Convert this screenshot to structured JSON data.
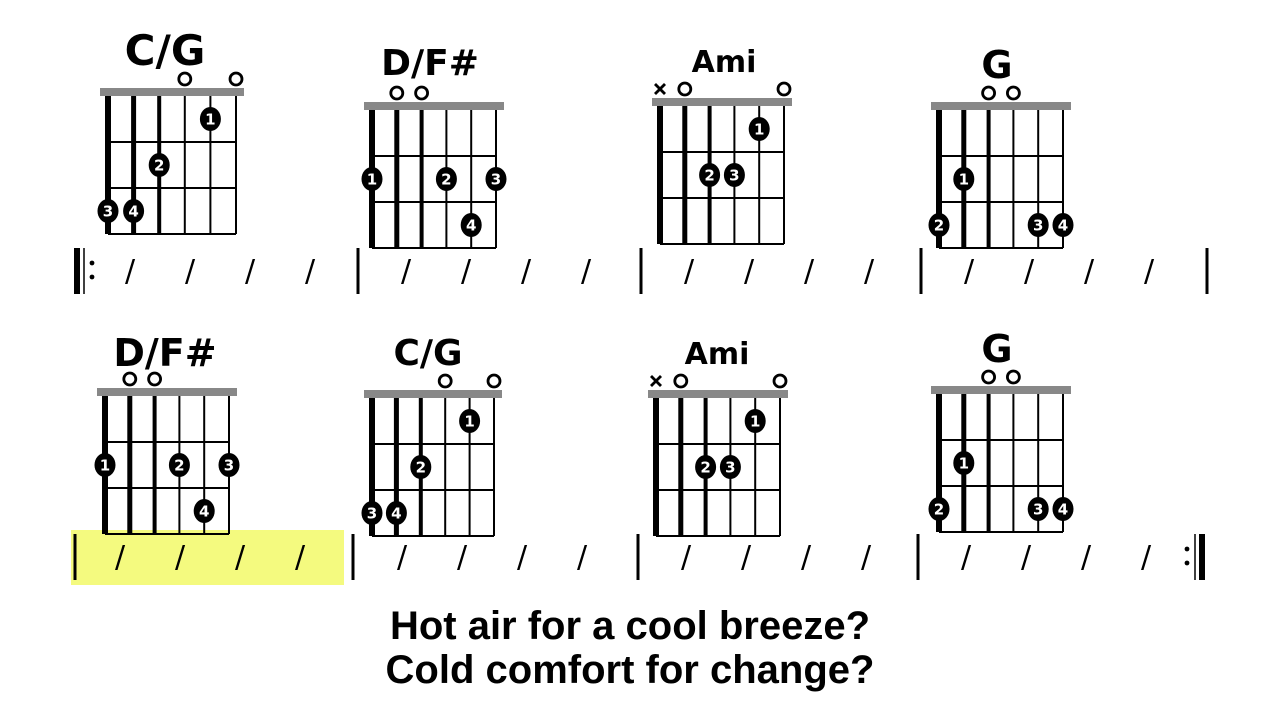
{
  "highlight_color": "#f4fa7f",
  "nut_color": "#888888",
  "icons": {
    "open_string": "circle-outline-icon",
    "muted_string": "x-mark-icon",
    "finger_dot": "numbered-black-dot-icon",
    "strum_slash": "slash-mark",
    "repeat_start": "repeat-start-barline",
    "repeat_end": "repeat-end-barline"
  },
  "rows": [
    {
      "measures": [
        {
          "name": "C/G",
          "muted": [],
          "open": [
            4,
            6
          ],
          "fingers": [
            {
              "s": 1,
              "f": 3,
              "n": "3"
            },
            {
              "s": 2,
              "f": 3,
              "n": "4"
            },
            {
              "s": 3,
              "f": 2,
              "n": "2"
            },
            {
              "s": 5,
              "f": 1,
              "n": "1"
            }
          ],
          "slashes": [
            "/",
            "/",
            "/",
            "/"
          ]
        },
        {
          "name": "D/F#",
          "muted": [],
          "open": [
            2,
            3
          ],
          "fingers": [
            {
              "s": 1,
              "f": 2,
              "n": "1"
            },
            {
              "s": 4,
              "f": 2,
              "n": "2"
            },
            {
              "s": 5,
              "f": 3,
              "n": "4"
            },
            {
              "s": 6,
              "f": 2,
              "n": "3"
            }
          ],
          "slashes": [
            "/",
            "/",
            "/",
            "/"
          ]
        },
        {
          "name": "Ami",
          "muted": [
            1
          ],
          "open": [
            2,
            6
          ],
          "fingers": [
            {
              "s": 3,
              "f": 2,
              "n": "2"
            },
            {
              "s": 4,
              "f": 2,
              "n": "3"
            },
            {
              "s": 5,
              "f": 1,
              "n": "1"
            }
          ],
          "slashes": [
            "/",
            "/",
            "/",
            "/"
          ]
        },
        {
          "name": "G",
          "muted": [],
          "open": [
            3,
            4
          ],
          "fingers": [
            {
              "s": 1,
              "f": 3,
              "n": "2"
            },
            {
              "s": 2,
              "f": 2,
              "n": "1"
            },
            {
              "s": 5,
              "f": 3,
              "n": "3"
            },
            {
              "s": 6,
              "f": 3,
              "n": "4"
            }
          ],
          "slashes": [
            "/",
            "/",
            "/",
            "/"
          ]
        }
      ]
    },
    {
      "measures": [
        {
          "name": "D/F#",
          "muted": [],
          "open": [
            2,
            3
          ],
          "fingers": [
            {
              "s": 1,
              "f": 2,
              "n": "1"
            },
            {
              "s": 4,
              "f": 2,
              "n": "2"
            },
            {
              "s": 5,
              "f": 3,
              "n": "4"
            },
            {
              "s": 6,
              "f": 2,
              "n": "3"
            }
          ],
          "slashes": [
            "/",
            "/",
            "/",
            "/"
          ],
          "highlighted": true
        },
        {
          "name": "C/G",
          "muted": [],
          "open": [
            4,
            6
          ],
          "fingers": [
            {
              "s": 1,
              "f": 3,
              "n": "3"
            },
            {
              "s": 2,
              "f": 3,
              "n": "4"
            },
            {
              "s": 3,
              "f": 2,
              "n": "2"
            },
            {
              "s": 5,
              "f": 1,
              "n": "1"
            }
          ],
          "slashes": [
            "/",
            "/",
            "/",
            "/"
          ]
        },
        {
          "name": "Ami",
          "muted": [
            1
          ],
          "open": [
            2,
            6
          ],
          "fingers": [
            {
              "s": 3,
              "f": 2,
              "n": "2"
            },
            {
              "s": 4,
              "f": 2,
              "n": "3"
            },
            {
              "s": 5,
              "f": 1,
              "n": "1"
            }
          ],
          "slashes": [
            "/",
            "/",
            "/",
            "/"
          ]
        },
        {
          "name": "G",
          "muted": [],
          "open": [
            3,
            4
          ],
          "fingers": [
            {
              "s": 1,
              "f": 3,
              "n": "2"
            },
            {
              "s": 2,
              "f": 2,
              "n": "1"
            },
            {
              "s": 5,
              "f": 3,
              "n": "3"
            },
            {
              "s": 6,
              "f": 3,
              "n": "4"
            }
          ],
          "slashes": [
            "/",
            "/",
            "/",
            "/"
          ]
        }
      ]
    }
  ],
  "lyrics": {
    "line1": "Hot air for a cool breeze?",
    "line2": "Cold comfort for change?"
  }
}
